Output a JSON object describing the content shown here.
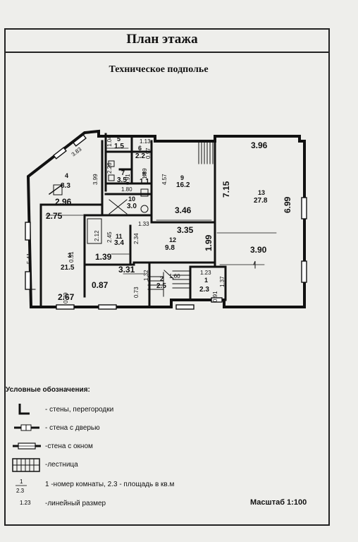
{
  "header": {
    "title": "План этажа",
    "subtitle": "Техническое подполье"
  },
  "rooms": [
    {
      "number": "4",
      "area": "8.3"
    },
    {
      "number": "5",
      "area": "1.5"
    },
    {
      "number": "6",
      "area": "2.2"
    },
    {
      "number": "7",
      "area": "3.5"
    },
    {
      "number": "8",
      "area": "1.1"
    },
    {
      "number": "9",
      "area": "16.2"
    },
    {
      "number": "10",
      "area": "3.0"
    },
    {
      "number": "11",
      "area": "3.4"
    },
    {
      "number": "12",
      "area": "9.8"
    },
    {
      "number": "13",
      "area": "27.8"
    },
    {
      "number": "3",
      "area": "21.5"
    },
    {
      "number": "2",
      "area": "2.5"
    },
    {
      "number": "1",
      "area": "2.3"
    }
  ],
  "dimensions": {
    "d_383": "3.83",
    "d_399": "3.99",
    "d_104": "1.04",
    "d_113": "1.13",
    "d_097": "0.97",
    "d_226": "2.26",
    "d_091": "0.91",
    "d_139a": "1.39",
    "d_180": "1.80",
    "d_457": "4.57",
    "d_396": "3.96",
    "d_715": "7.15",
    "d_699": "6.99",
    "d_296": "2.96",
    "d_275": "2.75",
    "d_346": "3.46",
    "d_133": "1.33",
    "d_335": "3.35",
    "d_212": "2.12",
    "d_245": "2.45",
    "d_234": "2.34",
    "d_199": "1.99",
    "d_541": "5.41",
    "d_051": "0.51",
    "d_139b": "1.39",
    "d_390": "3.90",
    "d_331": "3.31",
    "d_087": "0.87",
    "d_267": "2.67",
    "d_079": "0.79",
    "d_073": "0.73",
    "d_132": "1.32",
    "d_160": "1.60",
    "d_123": "1.23",
    "d_137": "1.37",
    "d_091b": "0.91"
  },
  "legend": {
    "title": "Условные обозначения:",
    "items": [
      {
        "text": "- стены, перегородки",
        "icon": "wall-corner-icon"
      },
      {
        "text": "- стена с дверью",
        "icon": "wall-door-icon"
      },
      {
        "text": "-стена с окном",
        "icon": "wall-window-icon"
      },
      {
        "text": "-лестница",
        "icon": "stairs-icon"
      },
      {
        "text": "1 -номер комнаты, 2.3 - площадь в кв.м",
        "icon": "room-label-icon",
        "num": "1",
        "area": "2.3"
      },
      {
        "text": "-линейный размер",
        "icon": "dimension-icon",
        "value": "1.23"
      }
    ]
  },
  "footer": {
    "scale": "Масштаб 1:100"
  }
}
